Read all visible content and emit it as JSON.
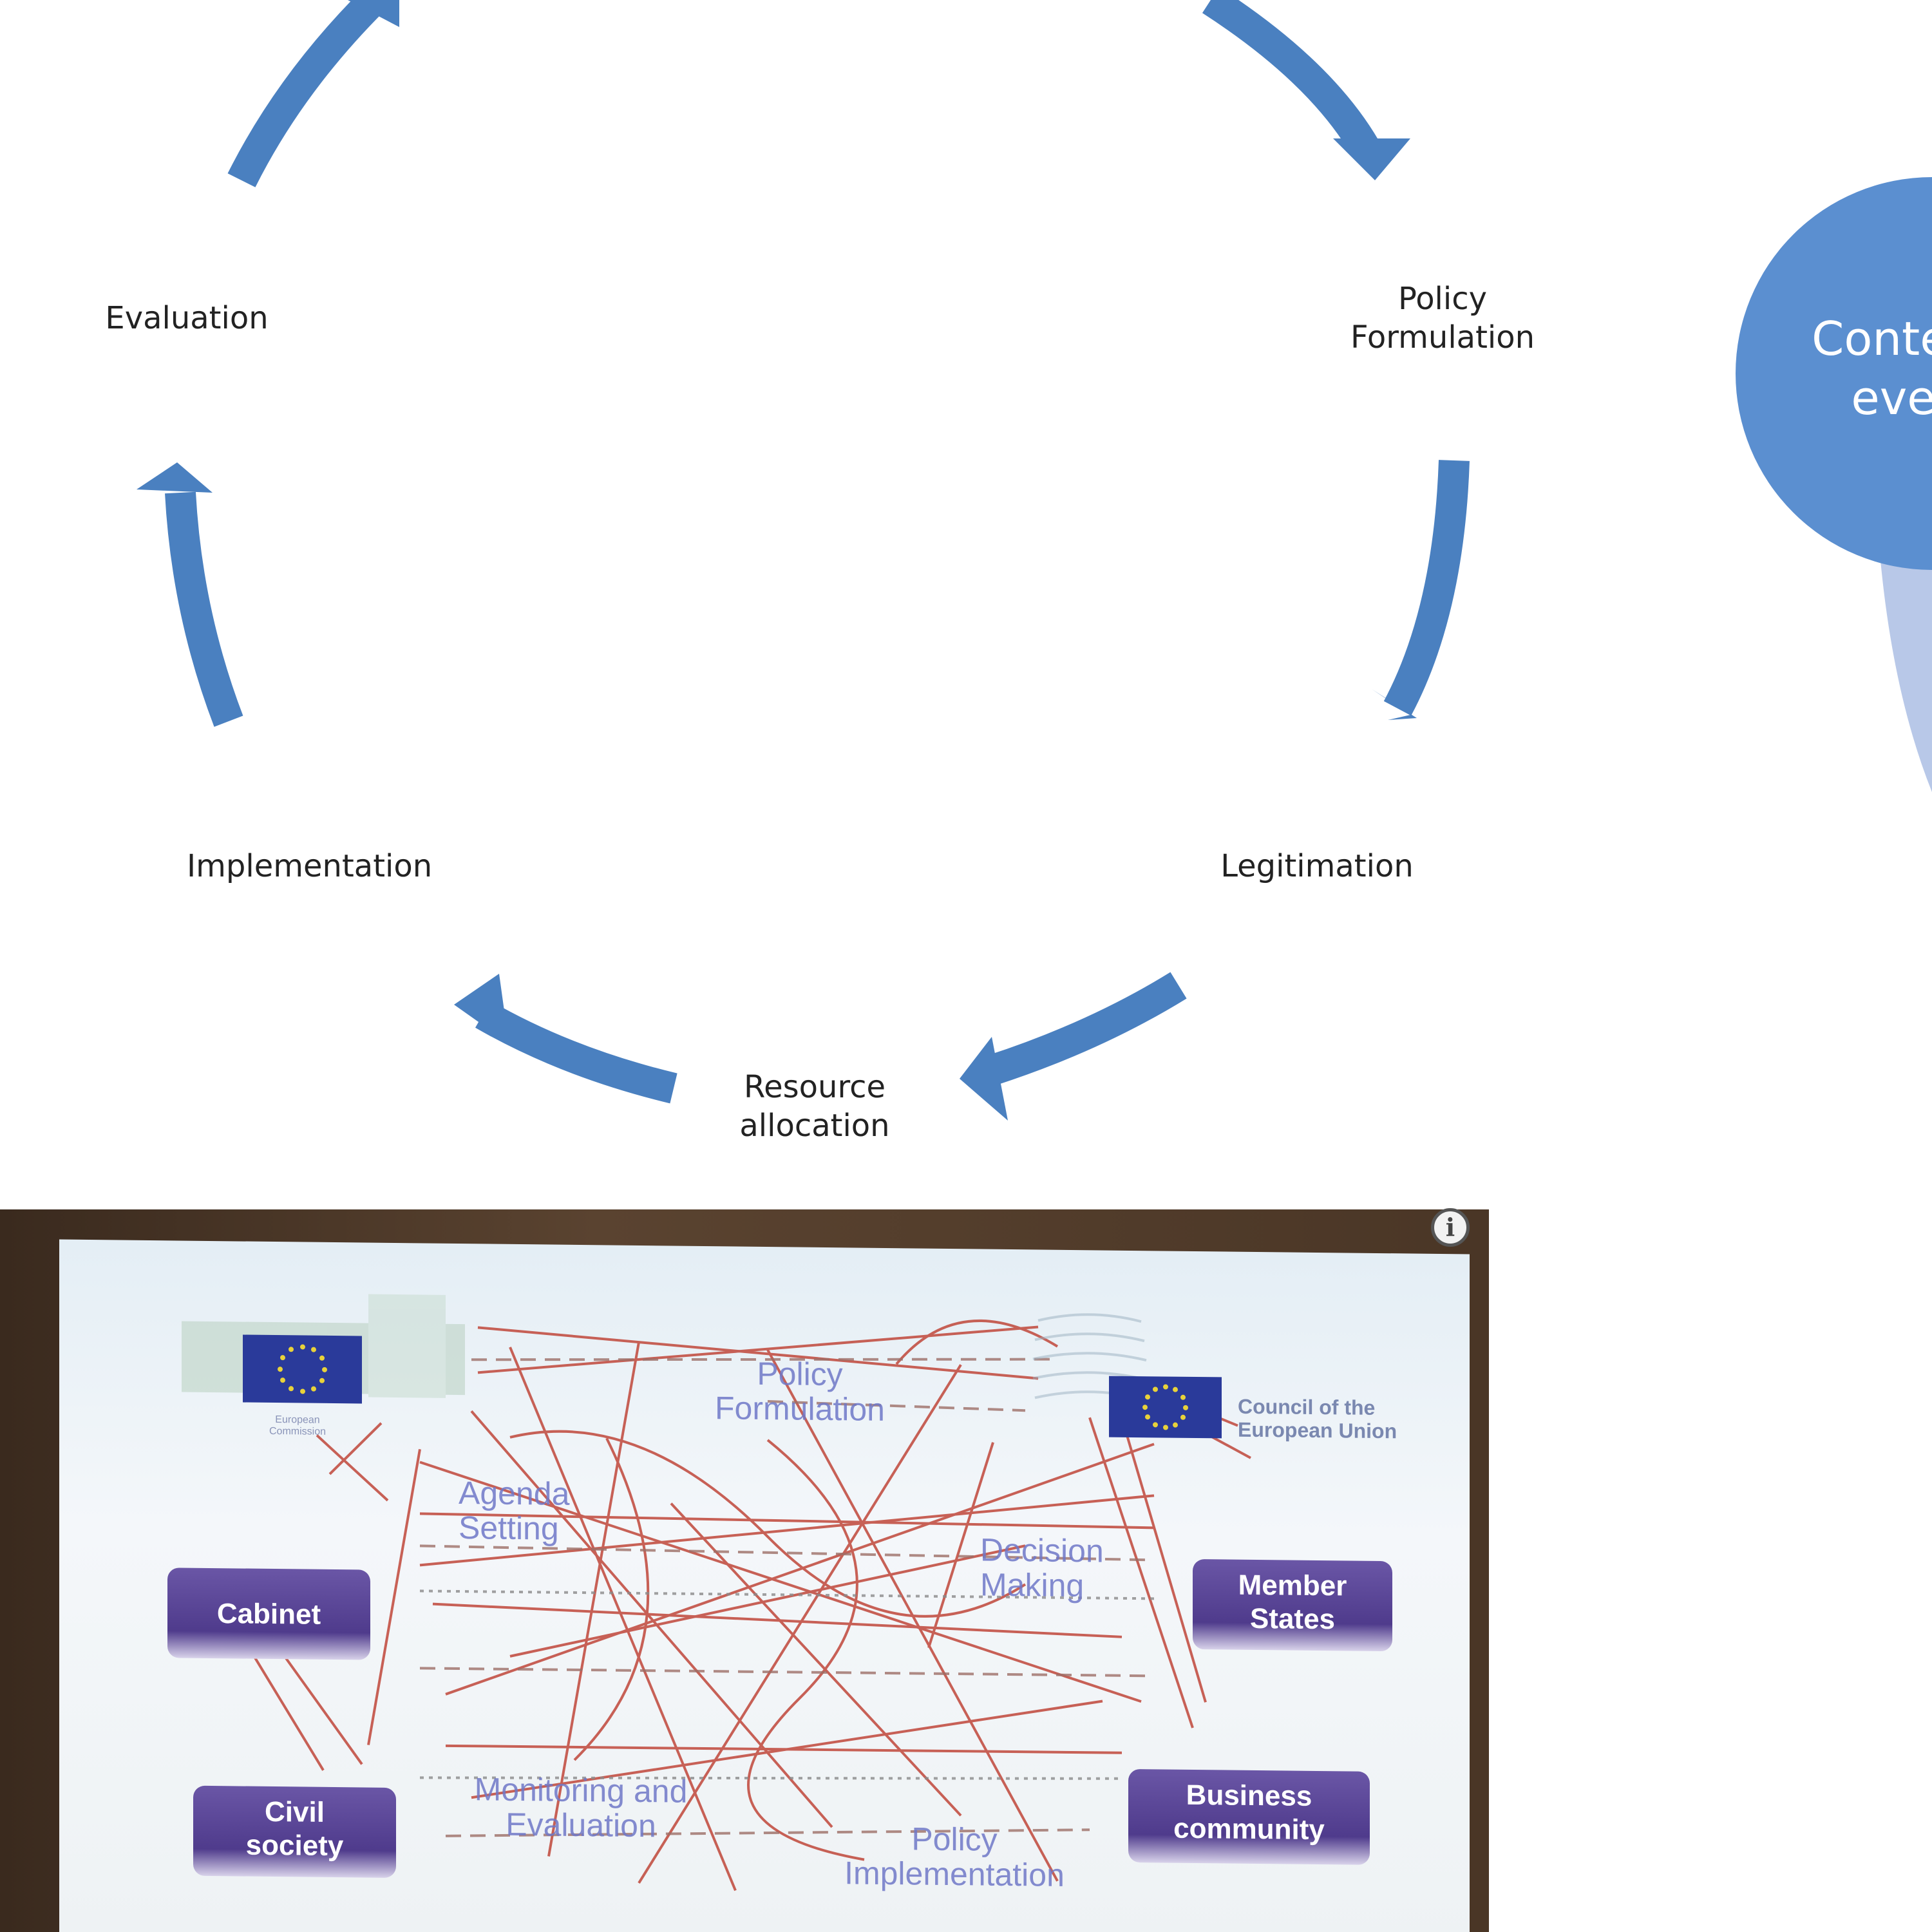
{
  "cycle": {
    "arrow_color": "#4a80c0",
    "stages": {
      "evaluation": "Evaluation",
      "policy_formulation": "Policy\nFormulation",
      "legitimation": "Legitimation",
      "resource_allocation": "Resource\nallocation",
      "implementation": "Implementation"
    }
  },
  "context": {
    "label": "Contex\neve",
    "circle_color": "#5b8fd0",
    "tail_color": "#b8c8e8"
  },
  "photo": {
    "info_icon": "i",
    "commission": {
      "text": "European\nCommission"
    },
    "council": {
      "text": "Council of the\nEuropean Union"
    },
    "actors": {
      "cabinet": "Cabinet",
      "member_states": "Member\nStates",
      "civil_society": "Civil\nsociety",
      "business": "Business\ncommunity"
    },
    "stages": {
      "policy_formulation": "Policy\nFormulation",
      "agenda_setting": "Agenda\nSetting",
      "decision_making": "Decision\nMaking",
      "monitoring": "Monitoring and\nEvaluation",
      "implementation": "Policy\nImplementation"
    },
    "line_color": "#c0473a",
    "eu_blue": "#2a3a9a"
  }
}
